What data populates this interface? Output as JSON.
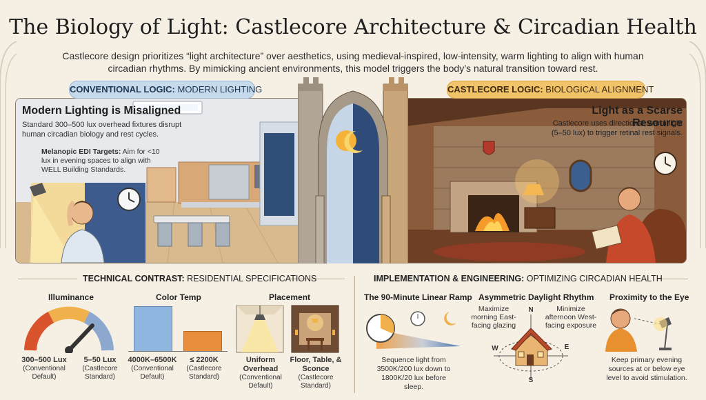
{
  "header": {
    "title": "The Biology of Light: Castlecore Architecture & Circadian Health",
    "subtitle": "Castlecore design prioritizes “light architecture” over aesthetics, using medieval-inspired, low-intensity, warm lighting to align with human circadian rhythms. By mimicking ancient environments, this model triggers the body’s natural transition toward rest."
  },
  "conventional": {
    "label_bold": "CONVENTIONAL LOGIC:",
    "label_rest": " MODERN LIGHTING",
    "heading": "Modern Lighting is Misaligned",
    "text": "Standard 300–500 lux overhead fixtures disrupt human circadian biology and rest cycles.",
    "edi_bold": "Melanopic EDI Targets:",
    "edi_rest": " Aim for <10 lux in evening spaces to align with WELL Building Standards."
  },
  "castlecore": {
    "label_bold": "CASTLECORE LOGIC:",
    "label_rest": " BIOLOGICAL ALIGNMENT",
    "heading": "Light as a Scarse Resource",
    "text": "Castlecore uses directional, warm light (5–50 lux) to trigger retinal rest signals."
  },
  "technical": {
    "heading_bold": "TECHNICAL CONTRAST:",
    "heading_rest": " RESIDENTIAL SPECIFICATIONS",
    "illuminance": {
      "title": "Illuminance",
      "left_value": "300–500 Lux",
      "left_note": "(Conventional Default)",
      "right_value": "5–50 Lux",
      "right_note": "(Castlecore Standard)"
    },
    "color_temp": {
      "title": "Color Temp",
      "left_value": "4000K–6500K",
      "left_note": "(Conventional Default)",
      "right_value": "≤ 2200K",
      "right_note": "(Castlecore Standard)",
      "colors": {
        "cool": "#8fb6df",
        "warm": "#e88d3c"
      }
    },
    "placement": {
      "title": "Placement",
      "left_value": "Uniform Overhead",
      "left_note": "(Conventional Default)",
      "right_value": "Floor, Table, & Sconce",
      "right_note": "(Castlecore Standard)"
    }
  },
  "implementation": {
    "heading_bold": "IMPLEMENTATION & ENGINEERING:",
    "heading_rest": " OPTIMIZING CIRCADIAN HEALTH",
    "ramp": {
      "title": "The 90-Minute Linear Ramp",
      "text": "Sequence light from 3500K/200 lux down to 1800K/20 lux before sleep."
    },
    "daylight": {
      "title": "Asymmetric Daylight Rhythm",
      "left_note": "Maximize morning East-facing glazing",
      "right_note": "Minimize afternoon West-facing exposure",
      "compass": {
        "n": "N",
        "e": "E",
        "s": "S",
        "w": "W"
      }
    },
    "proximity": {
      "title": "Proximity to the Eye",
      "text": "Keep primary evening sources at or below eye level to avoid stimulation."
    }
  }
}
